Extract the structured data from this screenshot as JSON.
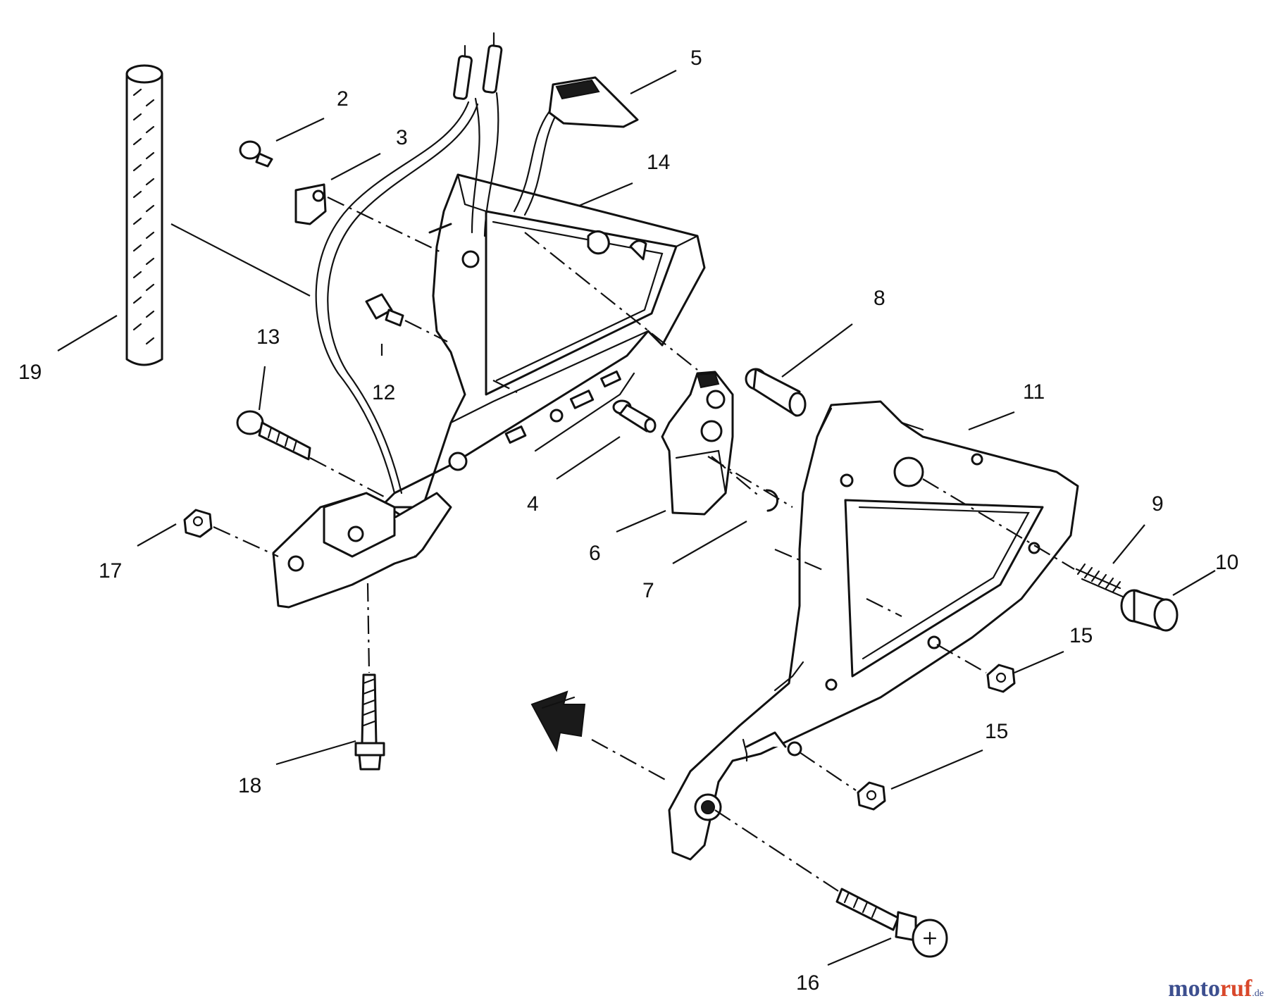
{
  "callouts": {
    "c2": "2",
    "c3": "3",
    "c4": "4",
    "c5": "5",
    "c6": "6",
    "c7": "7",
    "c8": "8",
    "c9": "9",
    "c10": "10",
    "c11": "11",
    "c12": "12",
    "c13": "13",
    "c14": "14",
    "c15a": "15",
    "c15b": "15",
    "c16": "16",
    "c17": "17",
    "c18": "18",
    "c19": "19"
  },
  "watermark": {
    "part1": "moto",
    "part2": "ruf",
    "suffix": ".de"
  },
  "colors": {
    "line": "#111111",
    "watermark_blue": "#3d4f8f",
    "watermark_orange": "#d9482b"
  }
}
